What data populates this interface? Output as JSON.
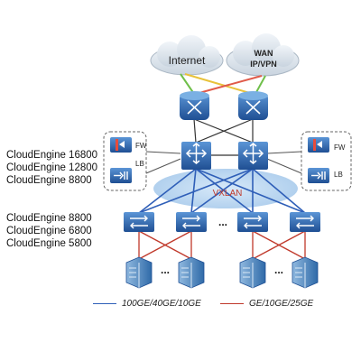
{
  "clouds": {
    "internet": "Internet",
    "wan_line1": "WAN",
    "wan_line2": "IP/VPN"
  },
  "service_modules": {
    "firewall": "FW",
    "load_balancer": "LB"
  },
  "overlay_label": "VXLAN",
  "ellipsis": "...",
  "core_models": [
    "CloudEngine 16800",
    "CloudEngine 12800",
    "CloudEngine 8800"
  ],
  "access_models": [
    "CloudEngine 8800",
    "CloudEngine 6800",
    "CloudEngine 5800"
  ],
  "legend": {
    "blue_link": "100GE/40GE/10GE",
    "red_link": "GE/10GE/25GE"
  },
  "colors": {
    "blue_link": "#2f5fb8",
    "red_link": "#c0392b",
    "device_blue": "#2f6db3",
    "cloud_fill": "#dfe7ef",
    "vxlan_fill": "#bcd8f2",
    "vxlan_text": "#c0392b",
    "uplink_green": "#6fbf4a",
    "uplink_red": "#e05a4a",
    "uplink_yellow": "#e8c23a"
  },
  "icons": {
    "router": "router-icon",
    "core_switch": "core-switch-icon",
    "leaf_switch": "leaf-switch-icon",
    "server": "server-rack-icon",
    "firewall": "firewall-icon",
    "load_balancer": "load-balancer-icon"
  }
}
